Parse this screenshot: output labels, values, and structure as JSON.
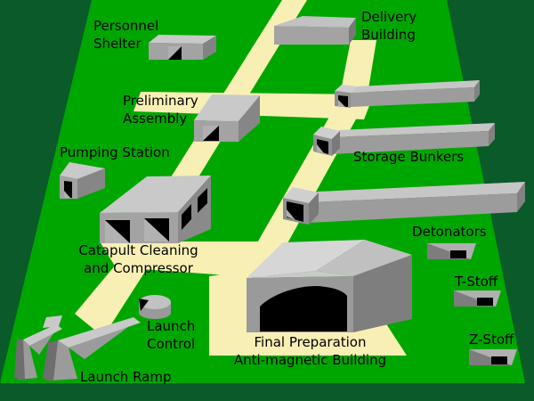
{
  "diagram": {
    "type": "site-layout-map",
    "colors": {
      "field_green": "#00a600",
      "perimeter_dark_green": "#0a5a2a",
      "path_cream": "#f8efb5",
      "roof_light_gray": "#c9c9c9",
      "wall_gray": "#a3a3a3",
      "wall_dark_gray": "#8a8a8a",
      "opening_black": "#000000",
      "label_color": "#000000"
    },
    "structures": [
      {
        "id": "personnel-shelter",
        "label": "Personnel\nShelter"
      },
      {
        "id": "delivery-building",
        "label": "Delivery\nBuilding"
      },
      {
        "id": "preliminary-assembly",
        "label": "Preliminary\nAssembly"
      },
      {
        "id": "pumping-station",
        "label": "Pumping Station"
      },
      {
        "id": "storage-bunkers",
        "label": "Storage Bunkers"
      },
      {
        "id": "catapult-cleaning",
        "label": "Catapult Cleaning\nand Compressor"
      },
      {
        "id": "launch-control",
        "label": "Launch\nControl"
      },
      {
        "id": "launch-ramp",
        "label": "Launch Ramp"
      },
      {
        "id": "final-preparation",
        "label": "Final Preparation\nAnti-magnetic Building"
      },
      {
        "id": "detonators",
        "label": "Detonators"
      },
      {
        "id": "t-stoff",
        "label": "T-Stoff"
      },
      {
        "id": "z-stoff",
        "label": "Z-Stoff"
      }
    ]
  }
}
